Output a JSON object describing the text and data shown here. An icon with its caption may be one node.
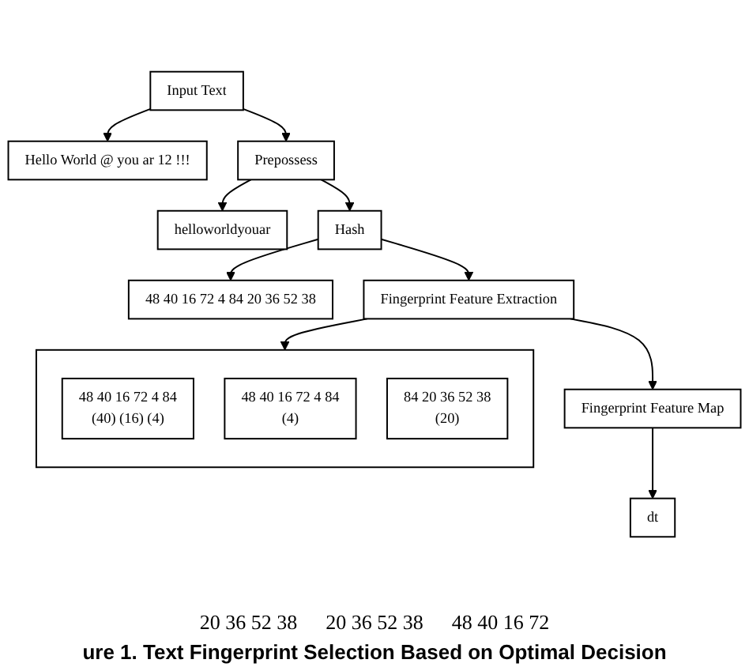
{
  "diagram": {
    "caption": "ure 1. Text Fingerprint Selection Based on Optimal Decision",
    "nodes": [
      {
        "text": [
          "Input Text"
        ]
      },
      {
        "text": [
          "Hello World @ you ar 12 !!!"
        ]
      },
      {
        "text": [
          "Prepossess"
        ]
      },
      {
        "text": [
          "helloworldyouar"
        ]
      },
      {
        "text": [
          "Hash"
        ]
      },
      {
        "text": [
          "48 40 16 72 4 84 20 36 52 38"
        ]
      },
      {
        "text": [
          "Fingerprint Feature Extraction"
        ]
      },
      {
        "text": [],
        "shape": "box"
      },
      {
        "text": [
          "48 40 16 72 4 84",
          "(40) (16) (4)"
        ],
        "in": 7
      },
      {
        "text": [
          "48 40 16 72 4 84",
          "(4)"
        ],
        "in": 7
      },
      {
        "text": [
          "84 20 36 52 38",
          "(20)"
        ],
        "in": 7
      },
      {
        "text": [
          "Fingerprint Feature Map"
        ]
      },
      {
        "text": [
          "dt"
        ]
      }
    ],
    "edges": [
      {
        "from": 0,
        "to": 1,
        "arrow": "to"
      },
      {
        "from": 0,
        "to": 2,
        "arrow": "to"
      },
      {
        "from": 2,
        "to": 3,
        "arrow": "to"
      },
      {
        "from": 2,
        "to": 4,
        "arrow": "to"
      },
      {
        "from": 4,
        "to": 5,
        "arrow": "to"
      },
      {
        "from": 4,
        "to": 6,
        "arrow": "to"
      },
      {
        "from": 6,
        "to": 7,
        "arrow": "to"
      },
      {
        "from": 6,
        "to": 11,
        "arrow": "to"
      },
      {
        "from": 11,
        "to": 12,
        "arrow": "to"
      }
    ],
    "labels": [
      "20 36 52 38",
      "20 36 52 38",
      "48 40 16 72"
    ]
  }
}
